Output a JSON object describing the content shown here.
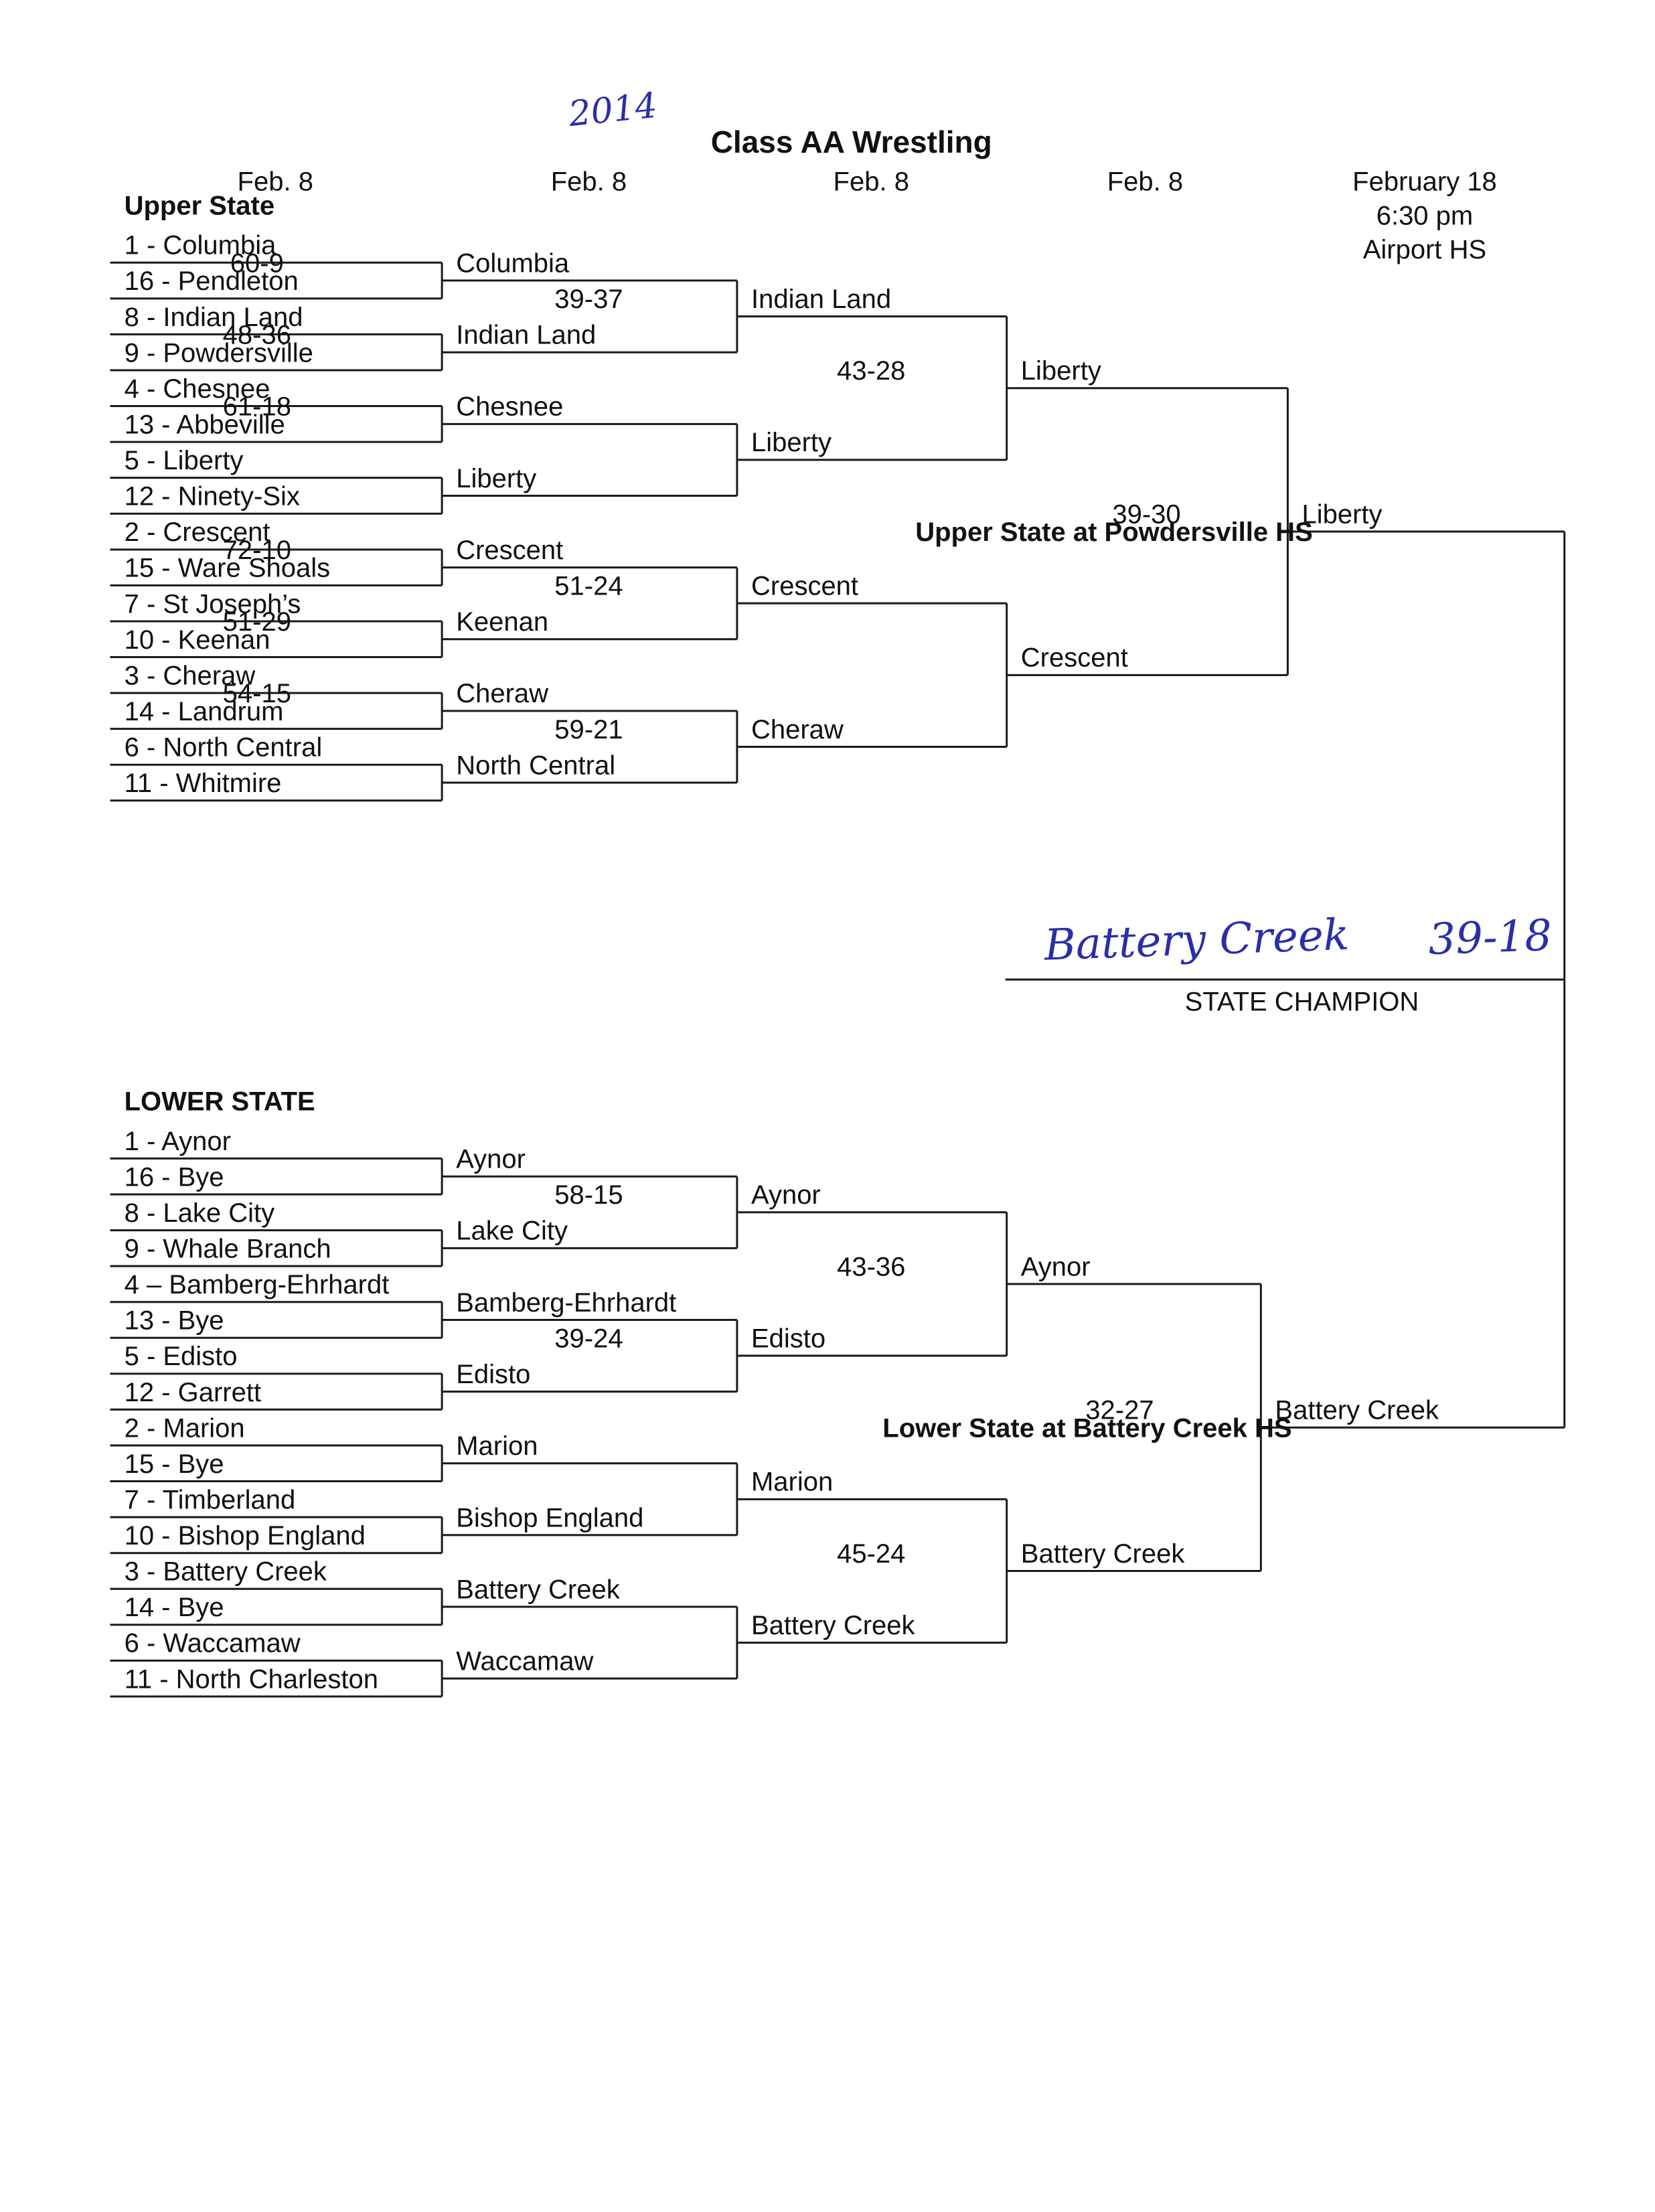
{
  "handwritten_year": "2014",
  "title": "Class AA Wrestling",
  "headers": [
    "Feb. 8",
    "Feb. 8",
    "Feb. 8",
    "Feb. 8"
  ],
  "final_date": [
    "February 18",
    "6:30 pm",
    "Airport HS"
  ],
  "upper": {
    "label": "Upper State",
    "site": "Upper State at Powdersville HS",
    "seeds": [
      "1 - Columbia",
      "16 - Pendleton",
      "8 - Indian Land",
      "9 - Powdersville",
      "4 - Chesnee",
      "13 - Abbeville",
      "5 - Liberty",
      "12 - Ninety-Six",
      "2 - Crescent",
      "15 - Ware Shoals",
      "7 - St Joseph’s",
      "10 - Keenan",
      "3 - Cheraw",
      "14 - Landrum",
      "6 - North Central",
      "11 - Whitmire"
    ],
    "r1_scores": [
      "60-9",
      "48-36",
      "61-18",
      "",
      "72-10",
      "51-29",
      "54-15",
      ""
    ],
    "r2": [
      "Columbia",
      "Indian Land",
      "Chesnee",
      "Liberty",
      "Crescent",
      "Keenan",
      "Cheraw",
      "North Central"
    ],
    "r2_scores": [
      "39-37",
      "",
      "51-24",
      "59-21"
    ],
    "r3": [
      "Indian Land",
      "Liberty",
      "Crescent",
      "Cheraw"
    ],
    "r3_scores": [
      "43-28",
      ""
    ],
    "r4": [
      "Liberty",
      "Crescent"
    ],
    "r4_score": "39-30",
    "champ": "Liberty"
  },
  "lower": {
    "label": "LOWER STATE",
    "site": "Lower State at Battery Creek HS",
    "seeds": [
      "1 - Aynor",
      "16 - Bye",
      "8 - Lake City",
      "9 - Whale Branch",
      "4 – Bamberg-Ehrhardt",
      "13 - Bye",
      "5 - Edisto",
      "12 - Garrett",
      "2 - Marion",
      "15 - Bye",
      "7 - Timberland",
      "10 - Bishop England",
      "3 - Battery Creek",
      "14 - Bye",
      "6 - Waccamaw",
      "11 - North Charleston"
    ],
    "r2": [
      "Aynor",
      "Lake City",
      "Bamberg-Ehrhardt",
      "Edisto",
      "Marion",
      "Bishop England",
      "Battery Creek",
      "Waccamaw"
    ],
    "r2_scores": [
      "58-15",
      "39-24",
      "",
      ""
    ],
    "r3": [
      "Aynor",
      "Edisto",
      "Marion",
      "Battery Creek"
    ],
    "r3_scores": [
      "43-36",
      "45-24"
    ],
    "r4": [
      "Aynor",
      "Battery Creek"
    ],
    "r4_score": "32-27",
    "champ": "Battery Creek"
  },
  "final": {
    "champion_handwritten": "Battery Creek",
    "score_handwritten": "39-18",
    "label": "STATE CHAMPION"
  }
}
